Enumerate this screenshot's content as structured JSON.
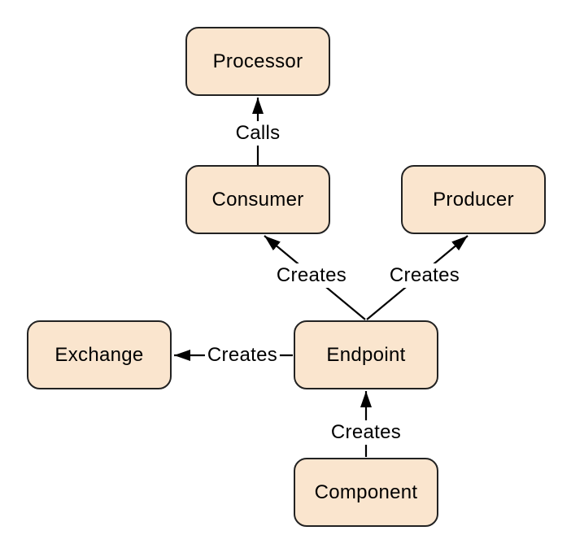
{
  "diagram": {
    "colors": {
      "background": "#ffffff",
      "node_fill": "#fae5ce",
      "node_border": "#222222",
      "line_color": "#000000",
      "text_color": "#000000"
    },
    "nodes": {
      "processor": {
        "label": "Processor"
      },
      "consumer": {
        "label": "Consumer"
      },
      "producer": {
        "label": "Producer"
      },
      "exchange": {
        "label": "Exchange"
      },
      "endpoint": {
        "label": "Endpoint"
      },
      "component": {
        "label": "Component"
      }
    },
    "edges": {
      "consumer_calls_processor": {
        "from": "Consumer",
        "to": "Processor",
        "label": "Calls"
      },
      "endpoint_creates_consumer": {
        "from": "Endpoint",
        "to": "Consumer",
        "label": "Creates"
      },
      "endpoint_creates_producer": {
        "from": "Endpoint",
        "to": "Producer",
        "label": "Creates"
      },
      "endpoint_creates_exchange": {
        "from": "Endpoint",
        "to": "Exchange",
        "label": "Creates"
      },
      "component_creates_endpoint": {
        "from": "Component",
        "to": "Endpoint",
        "label": "Creates"
      }
    }
  }
}
